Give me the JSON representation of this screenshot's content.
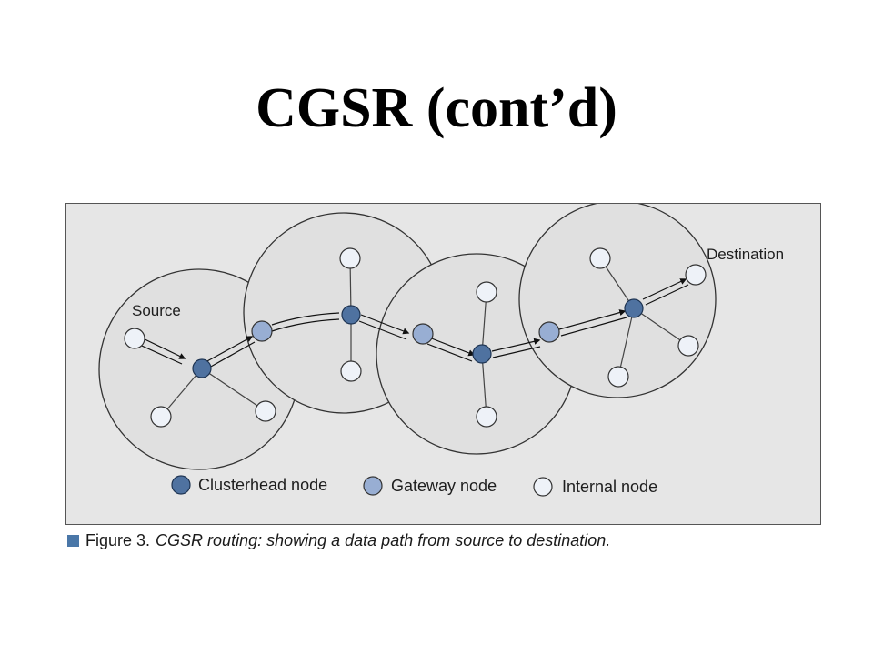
{
  "slide": {
    "title": "CGSR (cont’d)"
  },
  "diagram": {
    "labels": {
      "source": "Source",
      "destination": "Destination"
    },
    "legend": [
      {
        "key": "clusterhead",
        "label": "Clusterhead node",
        "color": "#4f72a0"
      },
      {
        "key": "gateway",
        "label": "Gateway node",
        "color": "#98aed3"
      },
      {
        "key": "internal",
        "label": "Internal node",
        "color": "#eef2f8"
      }
    ],
    "colors": {
      "background": "#e6e6e6",
      "cluster_fill": "#e0e0e0",
      "line": "#444444",
      "arrow": "#111111"
    }
  },
  "caption": {
    "label": "Figure 3.",
    "text": "CGSR routing: showing a data path from source to destination."
  }
}
